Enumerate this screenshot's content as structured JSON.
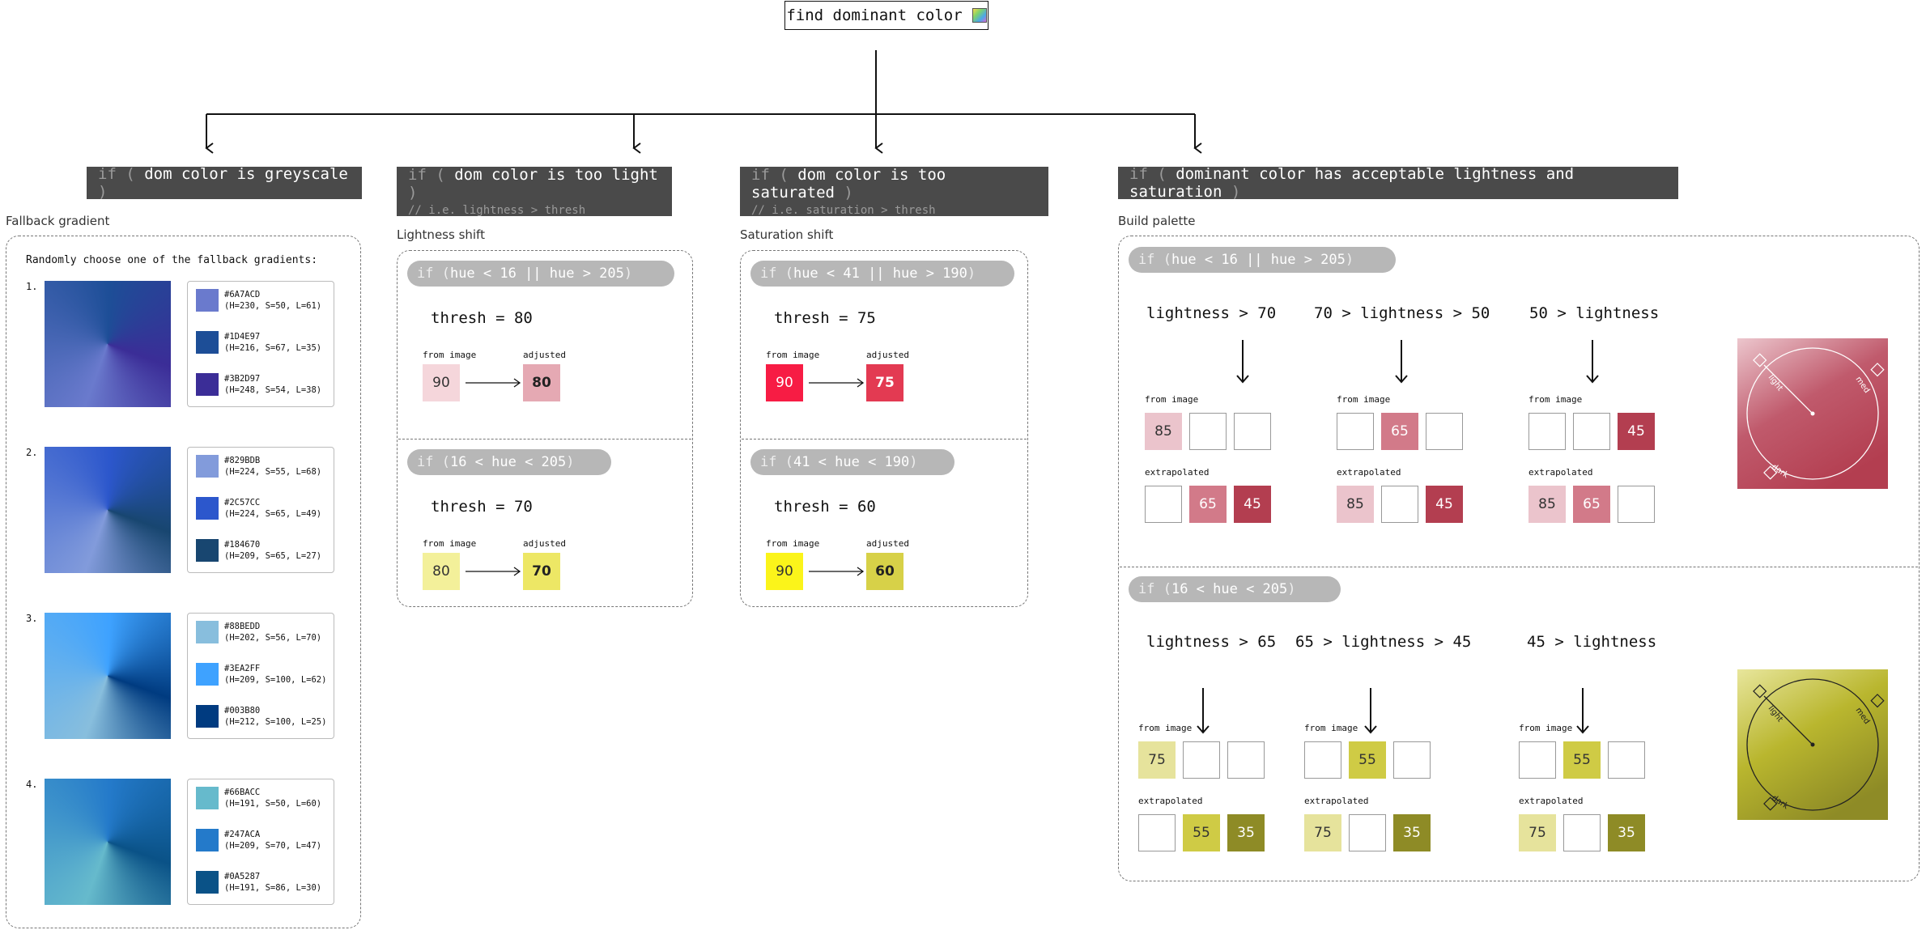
{
  "title": "find dominant color",
  "branches": {
    "greyscale": {
      "condition": "dom color is greyscale",
      "section_label": "Fallback gradient",
      "instruction": "Randomly choose one of the fallback gradients:",
      "gradients": [
        {
          "num": "1.",
          "swatches": [
            {
              "hex": "#6A7ACD",
              "hsl": "(H=230, S=50, L=61)"
            },
            {
              "hex": "#1D4E97",
              "hsl": "(H=216, S=67, L=35)"
            },
            {
              "hex": "#3B2D97",
              "hsl": "(H=248, S=54, L=38)"
            }
          ]
        },
        {
          "num": "2.",
          "swatches": [
            {
              "hex": "#829BDB",
              "hsl": "(H=224, S=55, L=68)"
            },
            {
              "hex": "#2C57CC",
              "hsl": "(H=224, S=65, L=49)"
            },
            {
              "hex": "#184670",
              "hsl": "(H=209, S=65, L=27)"
            }
          ]
        },
        {
          "num": "3.",
          "swatches": [
            {
              "hex": "#88BEDD",
              "hsl": "(H=202, S=56, L=70)"
            },
            {
              "hex": "#3EA2FF",
              "hsl": "(H=209, S=100, L=62)"
            },
            {
              "hex": "#003B80",
              "hsl": "(H=212, S=100, L=25)"
            }
          ]
        },
        {
          "num": "4.",
          "swatches": [
            {
              "hex": "#66BACC",
              "hsl": "(H=191, S=50, L=60)"
            },
            {
              "hex": "#247ACA",
              "hsl": "(H=209, S=70, L=47)"
            },
            {
              "hex": "#0A5287",
              "hsl": "(H=191, S=86, L=30)"
            }
          ]
        }
      ]
    },
    "too_light": {
      "condition": "dom color is too light",
      "comment": "// i.e. lightness > thresh",
      "section_label": "Lightness shift",
      "cases": [
        {
          "pill": "hue < 16 || hue > 205",
          "thresh": "thresh = 80",
          "from_label": "from image",
          "adj_label": "adjusted",
          "from_value": "90",
          "adj_value": "80",
          "from_color": "#f5d6db",
          "adj_color": "#e5a9b3"
        },
        {
          "pill": "16 < hue < 205",
          "thresh": "thresh = 70",
          "from_label": "from image",
          "adj_label": "adjusted",
          "from_value": "80",
          "adj_value": "70",
          "from_color": "#f3f09a",
          "adj_color": "#ede765"
        }
      ]
    },
    "too_saturated": {
      "condition": "dom color is too saturated",
      "comment": "// i.e. saturation > thresh",
      "section_label": "Saturation shift",
      "cases": [
        {
          "pill": "hue < 41 || hue > 190",
          "thresh": "thresh = 75",
          "from_label": "from image",
          "adj_label": "adjusted",
          "from_value": "90",
          "adj_value": "75",
          "from_color": "#f71c44",
          "adj_color": "#e33a52"
        },
        {
          "pill": "41 < hue < 190",
          "thresh": "thresh = 60",
          "from_label": "from image",
          "adj_label": "adjusted",
          "from_value": "90",
          "adj_value": "60",
          "from_color": "#fbf41a",
          "adj_color": "#d7d148"
        }
      ]
    },
    "acceptable": {
      "condition": "dominant color has acceptable lightness and saturation",
      "section_label": "Build palette",
      "cases": [
        {
          "pill": "hue < 16 || hue > 205",
          "columns": [
            {
              "head": "lightness > 70",
              "from_label": "from image",
              "extra_label": "extrapolated",
              "from": [
                {
                  "v": "85",
                  "c": "#ebc4cc"
                },
                {
                  "v": "",
                  "c": ""
                },
                {
                  "v": "",
                  "c": ""
                }
              ],
              "extra": [
                {
                  "v": "",
                  "c": ""
                },
                {
                  "v": "65",
                  "c": "#d27a89"
                },
                {
                  "v": "45",
                  "c": "#b33e50"
                }
              ]
            },
            {
              "head": "70 > lightness > 50",
              "from_label": "from image",
              "extra_label": "extrapolated",
              "from": [
                {
                  "v": "",
                  "c": ""
                },
                {
                  "v": "65",
                  "c": "#d27a89"
                },
                {
                  "v": "",
                  "c": ""
                }
              ],
              "extra": [
                {
                  "v": "85",
                  "c": "#ebc4cc"
                },
                {
                  "v": "",
                  "c": ""
                },
                {
                  "v": "45",
                  "c": "#b33e50"
                }
              ]
            },
            {
              "head": "50 > lightness",
              "from_label": "from image",
              "extra_label": "extrapolated",
              "from": [
                {
                  "v": "",
                  "c": ""
                },
                {
                  "v": "",
                  "c": ""
                },
                {
                  "v": "45",
                  "c": "#b33e50"
                }
              ],
              "extra": [
                {
                  "v": "85",
                  "c": "#ebc4cc"
                },
                {
                  "v": "65",
                  "c": "#d27a89"
                },
                {
                  "v": "",
                  "c": ""
                }
              ]
            }
          ],
          "wheel": {
            "light": "light",
            "med": "med",
            "dark": "dark",
            "accent": "#c05a6c"
          }
        },
        {
          "pill": "16 < hue < 205",
          "columns": [
            {
              "head": "lightness > 65",
              "from_label": "from image",
              "extra_label": "extrapolated",
              "from": [
                {
                  "v": "75",
                  "c": "#e6e39c"
                },
                {
                  "v": "",
                  "c": ""
                },
                {
                  "v": "",
                  "c": ""
                }
              ],
              "extra": [
                {
                  "v": "",
                  "c": ""
                },
                {
                  "v": "55",
                  "c": "#cfcb45"
                },
                {
                  "v": "35",
                  "c": "#8e8b26"
                }
              ]
            },
            {
              "head": "65 > lightness > 45",
              "from_label": "from image",
              "extra_label": "extrapolated",
              "from": [
                {
                  "v": "",
                  "c": ""
                },
                {
                  "v": "55",
                  "c": "#cfcb45"
                },
                {
                  "v": "",
                  "c": ""
                }
              ],
              "extra": [
                {
                  "v": "75",
                  "c": "#e6e39c"
                },
                {
                  "v": "",
                  "c": ""
                },
                {
                  "v": "35",
                  "c": "#8e8b26"
                }
              ]
            },
            {
              "head": "45 > lightness",
              "from_label": "from image",
              "extra_label": "extrapolated",
              "from": [
                {
                  "v": "",
                  "c": ""
                },
                {
                  "v": "55",
                  "c": "#cfcb45"
                },
                {
                  "v": "",
                  "c": ""
                }
              ],
              "extra": [
                {
                  "v": "75",
                  "c": "#e6e39c"
                },
                {
                  "v": "",
                  "c": ""
                },
                {
                  "v": "35",
                  "c": "#8e8b26"
                }
              ]
            }
          ],
          "wheel": {
            "light": "light",
            "med": "med",
            "dark": "dark",
            "accent": "#b9b62e"
          }
        }
      ]
    }
  }
}
